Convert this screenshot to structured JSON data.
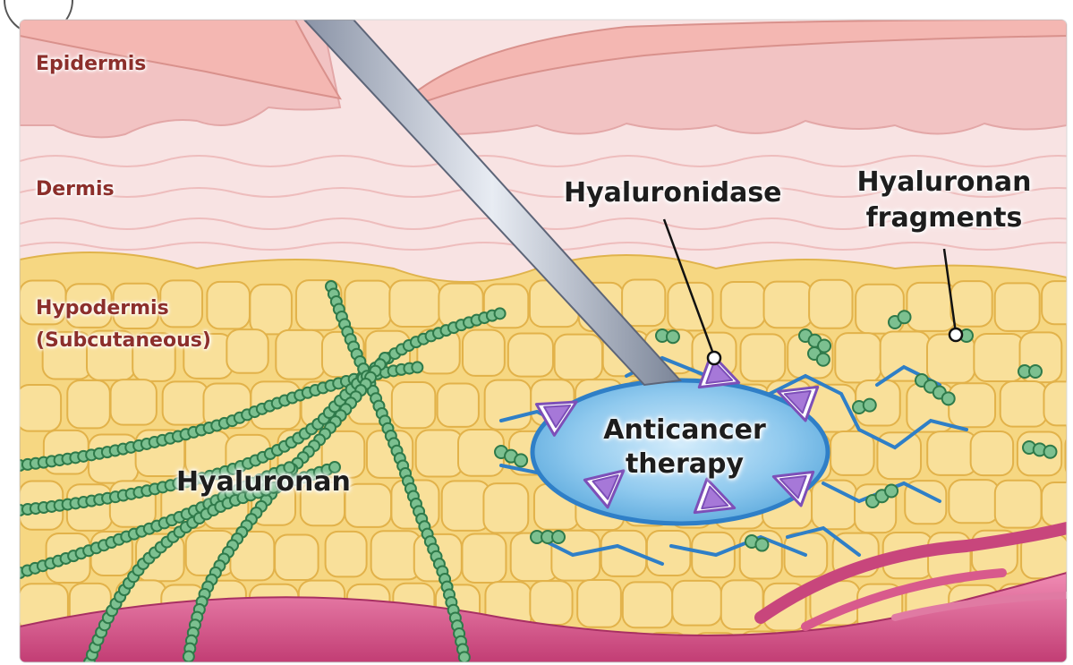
{
  "layers": {
    "epidermis": "Epidermis",
    "dermis": "Dermis",
    "hypodermis_line1": "Hypodermis",
    "hypodermis_line2": "(Subcutaneous)"
  },
  "labels": {
    "hyaluronan": "Hyaluronan",
    "hyaluronidase": "Hyaluronidase",
    "fragments_line1": "Hyaluronan",
    "fragments_line2": "fragments",
    "therapy_line1": "Anticancer",
    "therapy_line2": "therapy"
  },
  "colors": {
    "epidermis": "#f3c6c6",
    "dermis": "#f7dcdc",
    "fat": "#f7d981",
    "fat_line": "#e3b74e",
    "hyaluronan": "#7cc090",
    "hyaluronan_dark": "#2f7a4a",
    "enzyme": "#a678d8",
    "drug": "#7fc0ea",
    "vessel": "#d85a8c",
    "label_layer": "#8c2f2b"
  }
}
